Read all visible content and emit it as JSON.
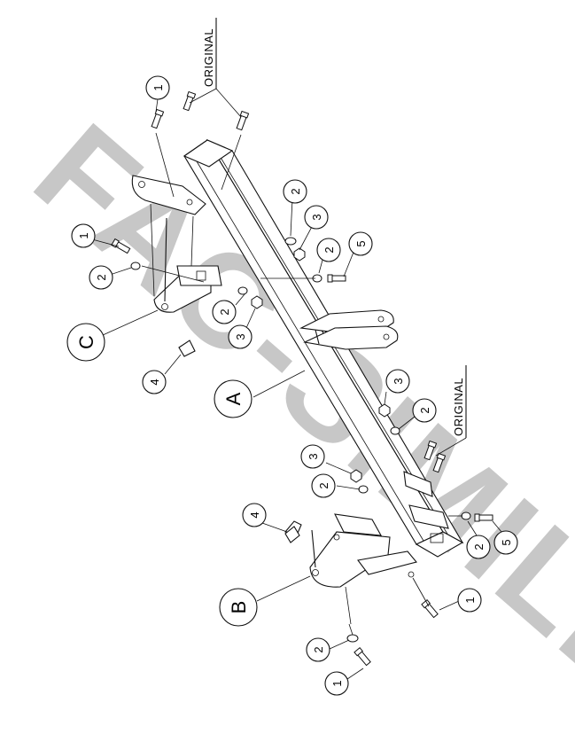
{
  "diagram": {
    "watermark": "FAC-SIMILE",
    "original_label": "ORIGINAL",
    "part_labels": {
      "A": "A",
      "B": "B",
      "C": "C"
    },
    "callouts": [
      {
        "id": "c1",
        "label": "1"
      },
      {
        "id": "c2",
        "label": "1"
      },
      {
        "id": "c3",
        "label": "2"
      },
      {
        "id": "c4",
        "label": "4"
      },
      {
        "id": "c5",
        "label": "2"
      },
      {
        "id": "c6",
        "label": "3"
      },
      {
        "id": "c7",
        "label": "2"
      },
      {
        "id": "c8",
        "label": "3"
      },
      {
        "id": "c9",
        "label": "2"
      },
      {
        "id": "c10",
        "label": "5"
      },
      {
        "id": "c11",
        "label": "3"
      },
      {
        "id": "c12",
        "label": "2"
      },
      {
        "id": "c13",
        "label": "3"
      },
      {
        "id": "c14",
        "label": "2"
      },
      {
        "id": "c15",
        "label": "4"
      },
      {
        "id": "c16",
        "label": "2"
      },
      {
        "id": "c17",
        "label": "5"
      },
      {
        "id": "c18",
        "label": "1"
      },
      {
        "id": "c19",
        "label": "2"
      },
      {
        "id": "c20",
        "label": "1"
      }
    ]
  }
}
